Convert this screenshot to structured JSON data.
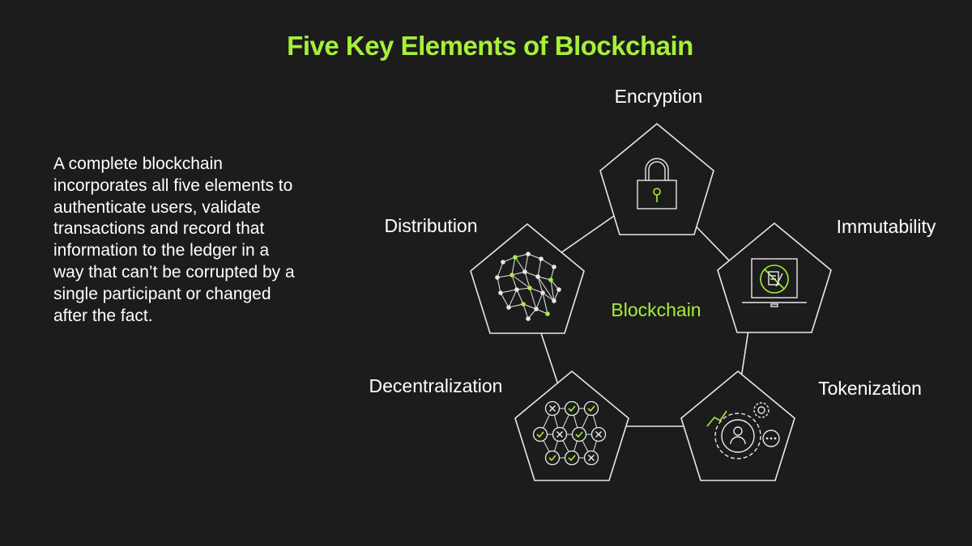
{
  "title": "Five Key Elements of Blockchain",
  "description": "A complete blockchain incorporates all five elements to authenticate users, validate  transactions and record that information to the ledger in a way that can’t be corrupted  by a single participant or changed after the fact.",
  "diagram": {
    "center_label": "Blockchain",
    "nodes": [
      {
        "label": "Encryption",
        "icon": "padlock-icon"
      },
      {
        "label": "Immutability",
        "icon": "laptop-no-edit-icon"
      },
      {
        "label": "Tokenization",
        "icon": "gears-user-icon"
      },
      {
        "label": "Decentralization",
        "icon": "validation-grid-icon"
      },
      {
        "label": "Distribution",
        "icon": "network-mesh-icon"
      }
    ]
  },
  "colors": {
    "background": "#1c1c1c",
    "accent": "#a6ef3a",
    "text": "#ffffff",
    "line": "#e8e8e8"
  }
}
